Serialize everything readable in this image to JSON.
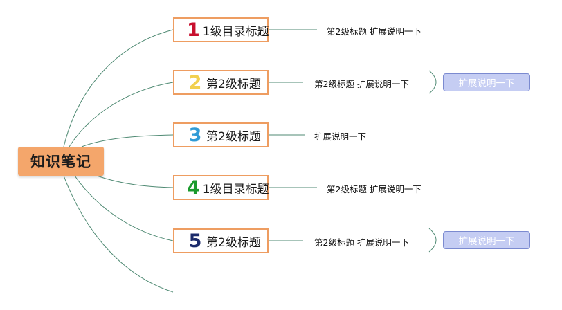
{
  "root": {
    "label": "知识笔记"
  },
  "nodes": [
    {
      "num": "1",
      "color": "#c8102e",
      "title": "1级目录标题",
      "desc": "第2级标题 扩展说明一下",
      "badge": ""
    },
    {
      "num": "2",
      "color": "#f2d04f",
      "title": "第2级标题",
      "desc": "第2级标题 扩展说明一下",
      "badge": "扩展说明一下"
    },
    {
      "num": "3",
      "color": "#2f9bd6",
      "title": "第2级标题",
      "desc": "扩展说明一下",
      "badge": ""
    },
    {
      "num": "4",
      "color": "#1a9a2c",
      "title": "1级目录标题",
      "desc": "第2级标题 扩展说明一下",
      "badge": ""
    },
    {
      "num": "5",
      "color": "#1b2a6b",
      "title": "第2级标题",
      "desc": "第2级标题 扩展说明一下",
      "badge": "扩展说明一下"
    }
  ],
  "colors": {
    "root_fill": "#f4a66b",
    "node_border": "#ee9d61",
    "link": "#4f8a73",
    "badge_fill": "#c5cdf3",
    "badge_border": "#7b8ad0"
  }
}
